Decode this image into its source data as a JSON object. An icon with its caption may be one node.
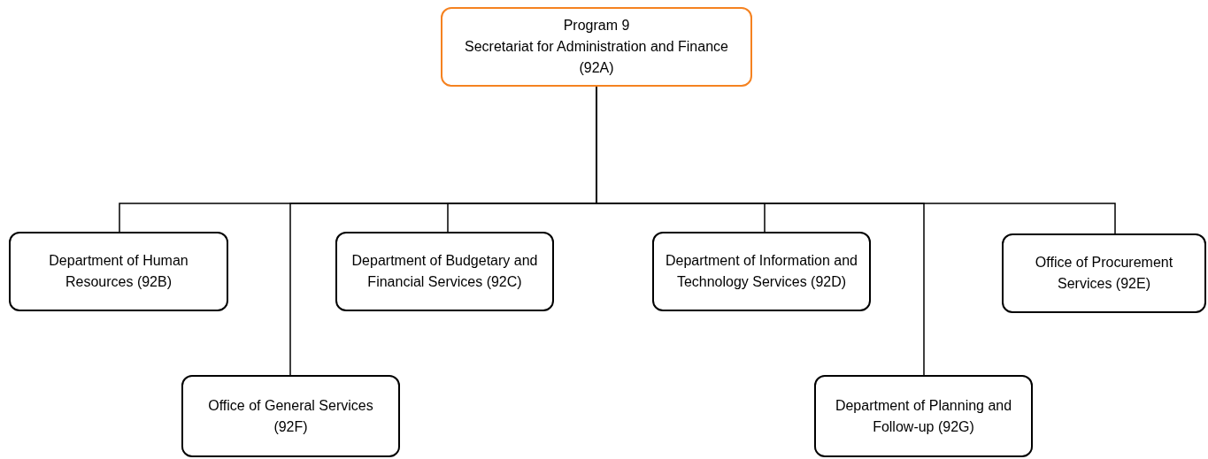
{
  "diagram": {
    "nodes": [
      {
        "text": [
          "Program 9",
          "Secretariat for Administration and Finance (92A)"
        ]
      },
      {
        "text": [
          "Department of Human Resources (92B)"
        ]
      },
      {
        "text": [
          "Department of Budgetary and Financial Services (92C)"
        ]
      },
      {
        "text": [
          "Department of Information and Technology Services (92D)"
        ]
      },
      {
        "text": [
          "Office of Procurement Services (92E)"
        ]
      },
      {
        "text": [
          "Office of General Services (92F)"
        ]
      },
      {
        "text": [
          "Department of Planning and Follow-up (92G)"
        ]
      }
    ],
    "edges": [
      {
        "from": 0,
        "to": 1,
        "arrow": "none"
      },
      {
        "from": 0,
        "to": 5,
        "arrow": "none"
      },
      {
        "from": 0,
        "to": 2,
        "arrow": "none"
      },
      {
        "from": 0,
        "to": 3,
        "arrow": "none"
      },
      {
        "from": 0,
        "to": 6,
        "arrow": "none"
      },
      {
        "from": 0,
        "to": 4,
        "arrow": "none"
      }
    ]
  }
}
